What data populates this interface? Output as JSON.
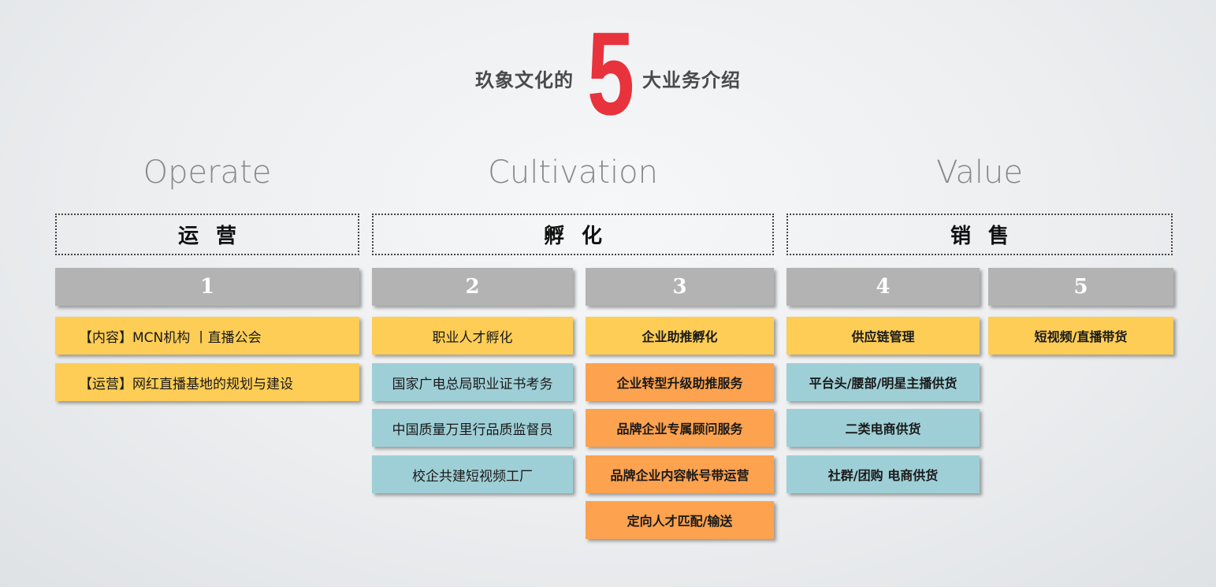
{
  "title": {
    "prefix": "玖象文化的",
    "number": "5",
    "suffix": "大业务介绍"
  },
  "categories": [
    {
      "en": "Operate",
      "zh": "运营"
    },
    {
      "en": "Cultivation",
      "zh": "孵化"
    },
    {
      "en": "Value",
      "zh": "销售"
    }
  ],
  "columns": [
    {
      "number": "1",
      "items": [
        {
          "text": "【内容】MCN机构 丨直播公会",
          "color": "#fdcd55"
        },
        {
          "text": "【运营】网红直播基地的规划与建设",
          "color": "#fdcd55"
        }
      ]
    },
    {
      "number": "2",
      "items": [
        {
          "text": "职业人才孵化",
          "color": "#fdcd55"
        },
        {
          "text": "国家广电总局职业证书考务",
          "color": "#9fcfd6"
        },
        {
          "text": "中国质量万里行品质监督员",
          "color": "#9fcfd6"
        },
        {
          "text": "校企共建短视频工厂",
          "color": "#9fcfd6"
        }
      ]
    },
    {
      "number": "3",
      "items": [
        {
          "text": "企业助推孵化",
          "color": "#fdcd55"
        },
        {
          "text": "企业转型升级助推服务",
          "color": "#fda24e"
        },
        {
          "text": "品牌企业专属顾问服务",
          "color": "#fda24e"
        },
        {
          "text": "品牌企业内容帐号带运营",
          "color": "#fda24e"
        },
        {
          "text": "定向人才匹配/输送",
          "color": "#fda24e"
        }
      ]
    },
    {
      "number": "4",
      "items": [
        {
          "text": "供应链管理",
          "color": "#fdcd55"
        },
        {
          "text": "平台头/腰部/明星主播供货",
          "color": "#9fcfd6"
        },
        {
          "text": "二类电商供货",
          "color": "#9fcfd6"
        },
        {
          "text": "社群/团购 电商供货",
          "color": "#9fcfd6"
        }
      ]
    },
    {
      "number": "5",
      "items": [
        {
          "text": "短视频/直播带货",
          "color": "#fdcd55"
        }
      ]
    }
  ]
}
